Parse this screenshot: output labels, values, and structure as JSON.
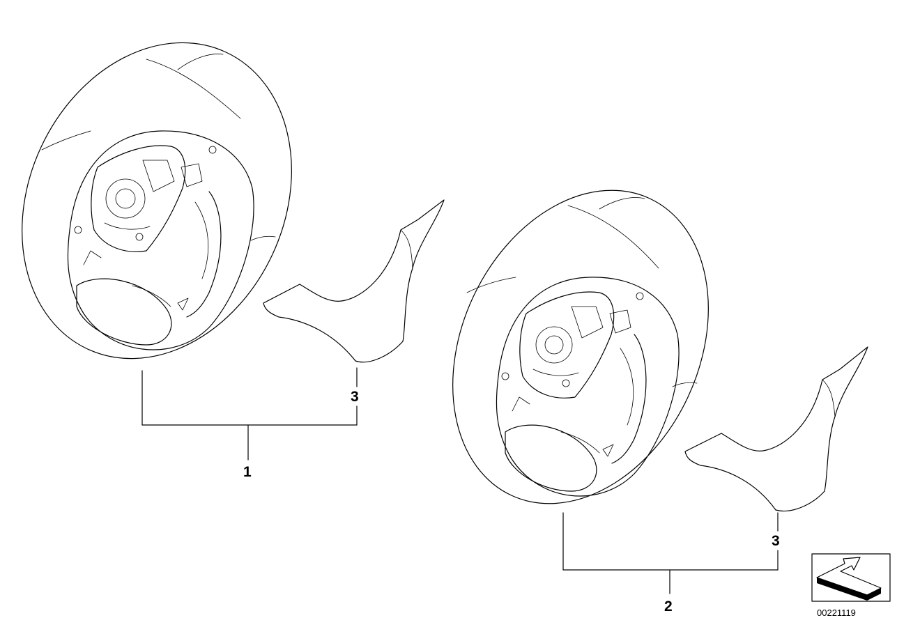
{
  "callouts": {
    "part_1": "1",
    "part_2": "2",
    "part_3_left": "3",
    "part_3_right": "3"
  },
  "drawing_number": "00221119",
  "icons": {
    "orientation": "direction-arrow-icon",
    "wheel": "steering-wheel-icon",
    "trim": "trim-cover-icon"
  }
}
